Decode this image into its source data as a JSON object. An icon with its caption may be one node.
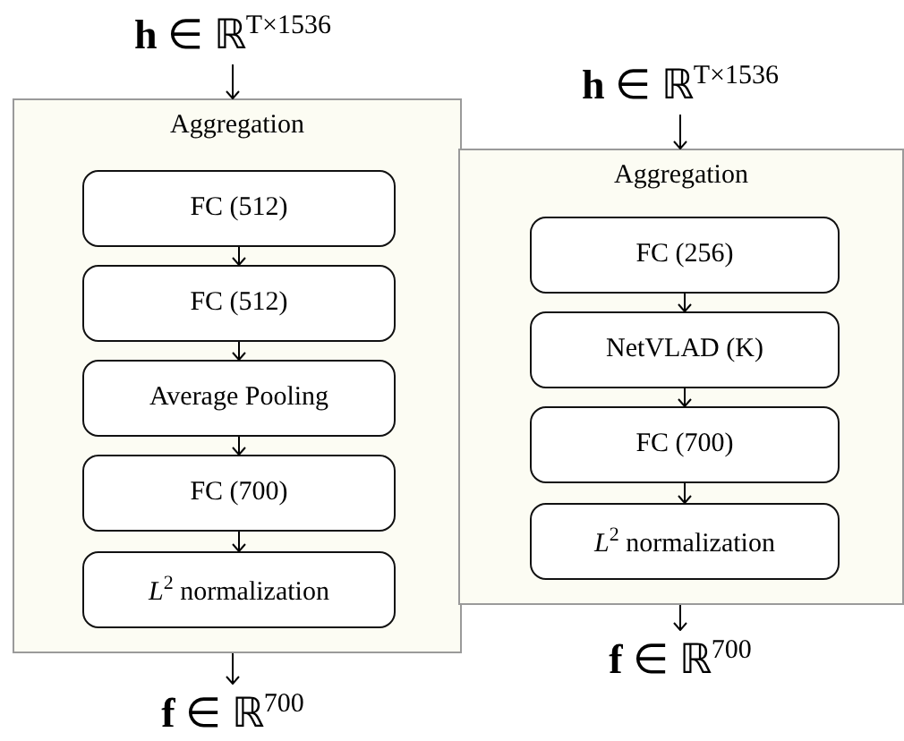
{
  "diagram": {
    "nodes": [
      {
        "text": [
          "**h** ∈ ℝ$^{T×1536}$"
        ]
      },
      {
        "text": [
          "Aggregation"
        ]
      },
      {
        "text": [
          "FC (512)"
        ],
        "in": 1
      },
      {
        "text": [
          "FC (512)"
        ],
        "in": 1
      },
      {
        "text": [
          "Average Pooling"
        ],
        "in": 1
      },
      {
        "text": [
          "FC (700)"
        ],
        "in": 1
      },
      {
        "text": [
          "*L*$^{2}$ normalization"
        ],
        "in": 1
      },
      {
        "text": [
          "**f** ∈ ℝ$^{700}$"
        ]
      },
      {
        "text": [
          "**h** ∈ ℝ$^{T×1536}$"
        ]
      },
      {
        "text": [
          "Aggregation"
        ]
      },
      {
        "text": [
          "FC (256)"
        ],
        "in": 9
      },
      {
        "text": [
          "NetVLAD (K)"
        ],
        "in": 9
      },
      {
        "text": [
          "FC (700)"
        ],
        "in": 9
      },
      {
        "text": [
          "*L*$^{2}$ normalization"
        ],
        "in": 9
      },
      {
        "text": [
          "**f** ∈ ℝ$^{700}$"
        ]
      }
    ],
    "edges": [
      {
        "from": 0,
        "to": 1,
        "arrow": "to"
      },
      {
        "from": 2,
        "to": 3,
        "arrow": "to"
      },
      {
        "from": 3,
        "to": 4,
        "arrow": "to"
      },
      {
        "from": 4,
        "to": 5,
        "arrow": "to"
      },
      {
        "from": 5,
        "to": 6,
        "arrow": "to"
      },
      {
        "from": 1,
        "to": 7,
        "arrow": "to"
      },
      {
        "from": 8,
        "to": 9,
        "arrow": "to"
      },
      {
        "from": 10,
        "to": 11,
        "arrow": "to"
      },
      {
        "from": 11,
        "to": 12,
        "arrow": "to"
      },
      {
        "from": 12,
        "to": 13,
        "arrow": "to"
      },
      {
        "from": 9,
        "to": 14,
        "arrow": "to"
      }
    ]
  }
}
